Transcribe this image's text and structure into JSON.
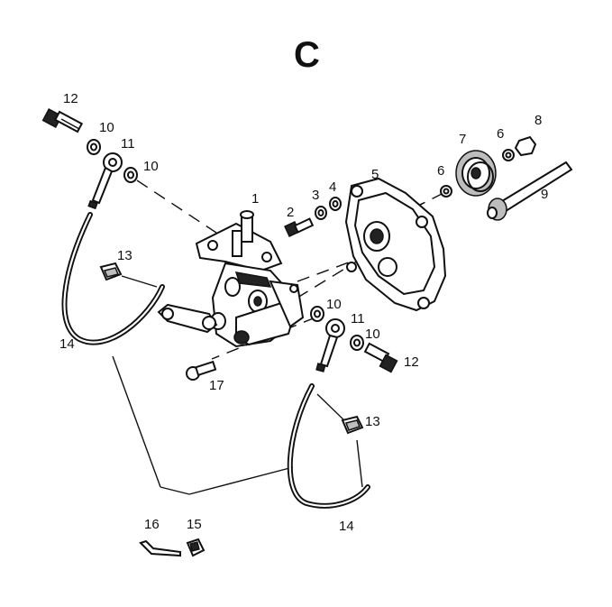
{
  "diagram": {
    "title": "C",
    "callouts": {
      "c1": "1",
      "c2": "2",
      "c3": "3",
      "c4": "4",
      "c5": "5",
      "c6a": "6",
      "c6b": "6",
      "c7": "7",
      "c8": "8",
      "c9": "9",
      "c10a": "10",
      "c10b": "10",
      "c10c": "10",
      "c10d": "10",
      "c11a": "11",
      "c11b": "11",
      "c12a": "12",
      "c12b": "12",
      "c13a": "13",
      "c13b": "13",
      "c14a": "14",
      "c14b": "14",
      "c15": "15",
      "c16": "16",
      "c17": "17"
    }
  }
}
